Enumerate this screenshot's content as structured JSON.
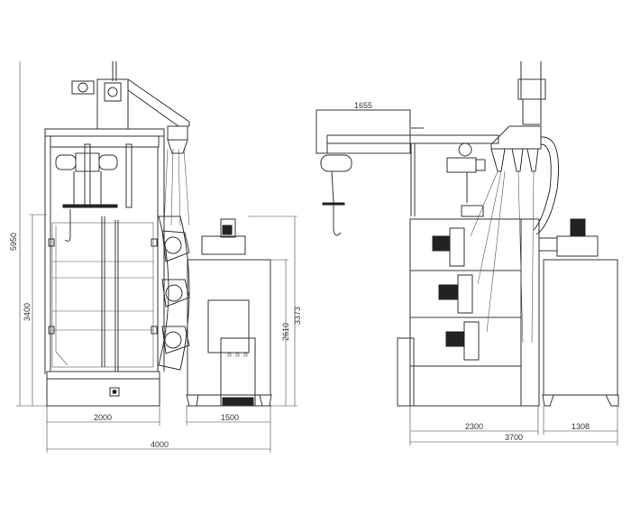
{
  "drawing": {
    "front_view": {
      "dims": {
        "overall_height": "5950",
        "cabinet_height": "3400",
        "collector_height_fan": "3373",
        "collector_height": "2610",
        "cabinet_width": "2000",
        "collector_width": "1500",
        "overall_width": "4000"
      }
    },
    "side_view": {
      "dims": {
        "hoist_beam": "1655",
        "cabinet_depth": "2300",
        "collector_depth": "1308",
        "overall_depth": "3700"
      }
    }
  }
}
